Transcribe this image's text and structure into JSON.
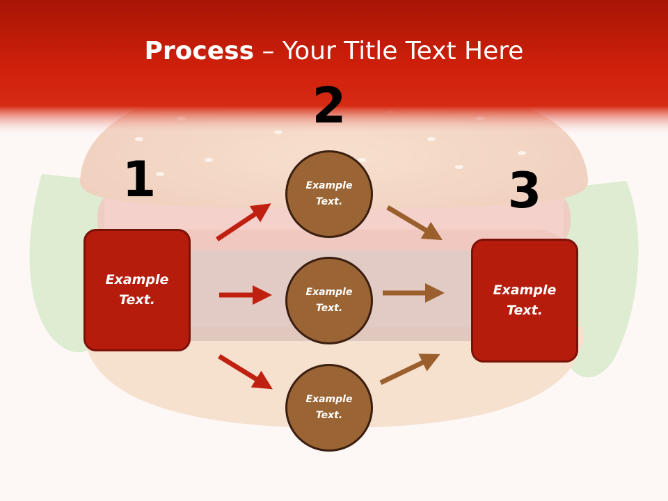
{
  "title": {
    "strong": "Process",
    "rest": " – Your Title Text Here"
  },
  "steps": {
    "one": "1",
    "two": "2",
    "three": "3"
  },
  "left_box": {
    "text": "Example Text."
  },
  "right_box": {
    "text": "Example Text."
  },
  "circles": {
    "top": "Example Text.",
    "middle": "Example Text.",
    "bottom": "Example Text."
  },
  "colors": {
    "header_red": "#c51a0a",
    "box_red": "#b51c0c",
    "circle_brown": "#9b6434",
    "arrow_red": "#c0200f",
    "arrow_brown": "#9a5f2c"
  },
  "background_image": "hamburger"
}
